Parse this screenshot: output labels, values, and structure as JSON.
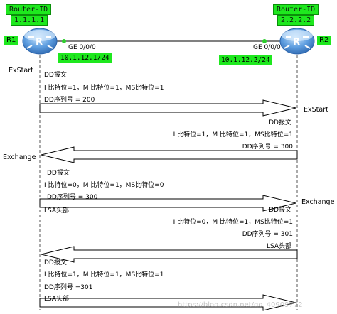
{
  "routers": {
    "left": {
      "id_label": "Router-ID",
      "id_value": "1.1.1.1",
      "name": "R1",
      "icon_letter": "R",
      "port": "GE 0/0/0",
      "ip": "10.1.12.1/24"
    },
    "right": {
      "id_label": "Router-ID",
      "id_value": "2.2.2.2",
      "name": "R2",
      "icon_letter": "R",
      "port": "GE 0/0/0",
      "ip": "10.1.12.2/24"
    }
  },
  "states": {
    "left_exstart": "ExStart",
    "right_exstart": "ExStart",
    "left_exchange": "Exchange",
    "right_exchange": "Exchange"
  },
  "messages": [
    {
      "title": "DD报文",
      "flags": "I 比特位=1，M 比特位=1，MS比特位=1",
      "seq": "DD序列号 = 200"
    },
    {
      "title": "DD报文",
      "flags": "I 比特位=1，M 比特位=1，MS比特位=1",
      "seq": "DD序列号 = 300"
    },
    {
      "title": "DD报文",
      "flags": "I 比特位=0，M 比特位=1，MS比特位=0",
      "seq": "DD序列号 = 300",
      "extra": "LSA头部"
    },
    {
      "title": "DD报文",
      "flags": "I 比特位=0，M 比特位=1，MS比特位=1",
      "seq": "DD序列号 = 301",
      "extra": "LSA头部"
    },
    {
      "title": "DD报文",
      "flags": "I 比特位=1，M 比特位=1，MS比特位=1",
      "seq": "DD序列号 =301",
      "extra": "LSA头部"
    }
  ],
  "watermark": "https://blog.csdn.net/qq_40909772",
  "colors": {
    "label_green": "#1ee81e",
    "router_blue": "#4f8fd6"
  }
}
